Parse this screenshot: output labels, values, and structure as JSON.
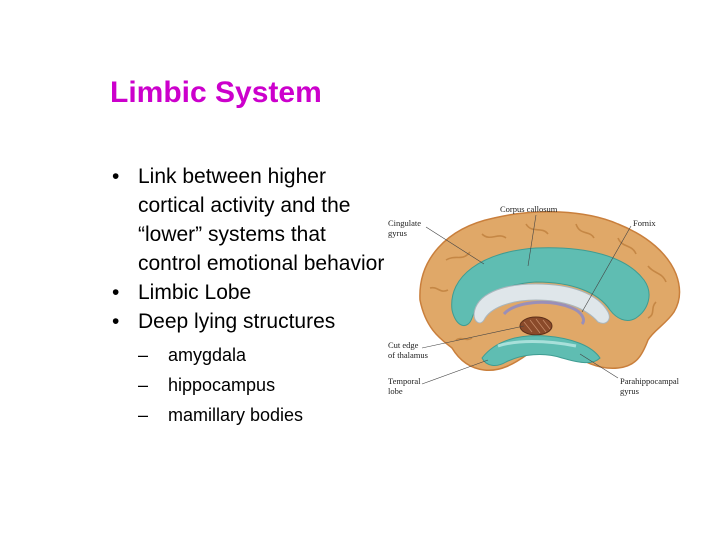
{
  "slide": {
    "title": "Limbic System",
    "bullets": [
      {
        "marker": "•",
        "text": "Link between higher cortical activity and the “lower” systems that control emotional behavior"
      },
      {
        "marker": "•",
        "text": "Limbic Lobe"
      },
      {
        "marker": "•",
        "text": "Deep lying structures"
      }
    ],
    "subbullets": [
      {
        "marker": "–",
        "text": "amygdala"
      },
      {
        "marker": "–",
        "text": "hippocampus"
      },
      {
        "marker": "–",
        "text": "mamillary bodies"
      }
    ]
  },
  "figure": {
    "labels": {
      "cingulate_1": "Cingulate",
      "cingulate_2": "gyrus",
      "corpus_callosum": "Corpus callosum",
      "fornix": "Fornix",
      "cut_edge_1": "Cut edge",
      "cut_edge_2": "of thalamus",
      "temporal_1": "Temporal",
      "temporal_2": "lobe",
      "parahippo_1": "Parahippocampal",
      "parahippo_2": "gyrus"
    },
    "colors": {
      "cortex": "#e0a868",
      "cortex_dark": "#c97f3c",
      "limbic": "#5fbdb2",
      "limbic_light": "#a8e0da",
      "callosum": "#dfe6ea",
      "thalamus": "#8a4a2a",
      "title": "#cc00cc"
    }
  }
}
